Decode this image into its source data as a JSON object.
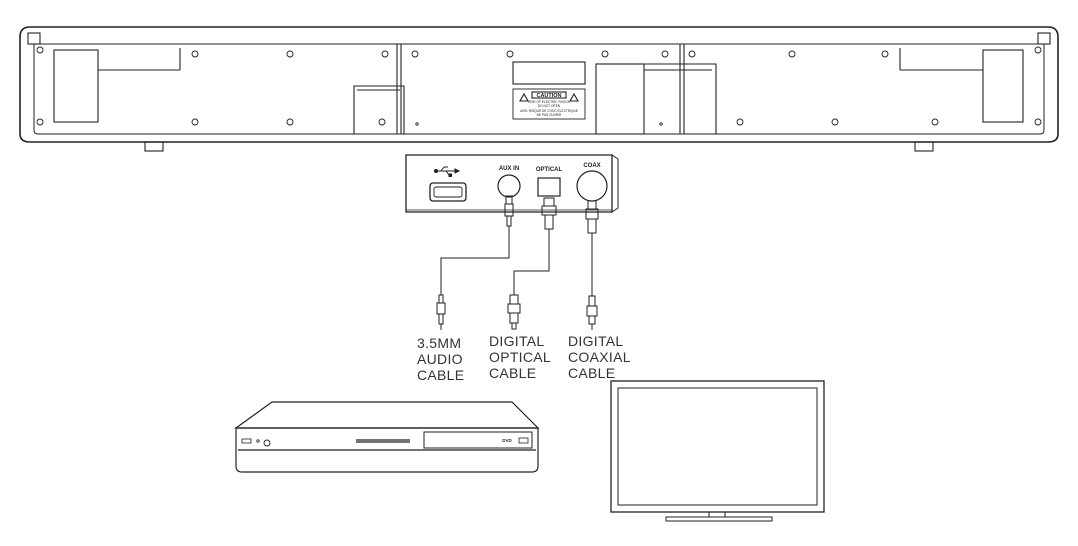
{
  "colors": {
    "line": "#222222",
    "label": "#333333",
    "background": "#ffffff"
  },
  "panel": {
    "aux_label": "AUX IN",
    "optical_label": "OPTICAL",
    "coax_label": "COAX",
    "usb_icon": "usb-icon"
  },
  "caution_label": {
    "title": "CAUTION",
    "line1": "RISK OF ELECTRIC SHOCK",
    "line2": "DO NOT OPEN",
    "line3": "AVIS: RISQUE DE CHOC ELECTRIQUE",
    "line4": "NE PAS OUVRIR"
  },
  "cables": {
    "audio": [
      "3.5MM",
      "AUDIO",
      "CABLE"
    ],
    "optical": [
      "DIGITAL",
      "OPTICAL",
      "CABLE"
    ],
    "coaxial": [
      "DIGITAL",
      "COAXIAL",
      "CABLE"
    ]
  },
  "dvd_player": {
    "logo": "DVD"
  }
}
